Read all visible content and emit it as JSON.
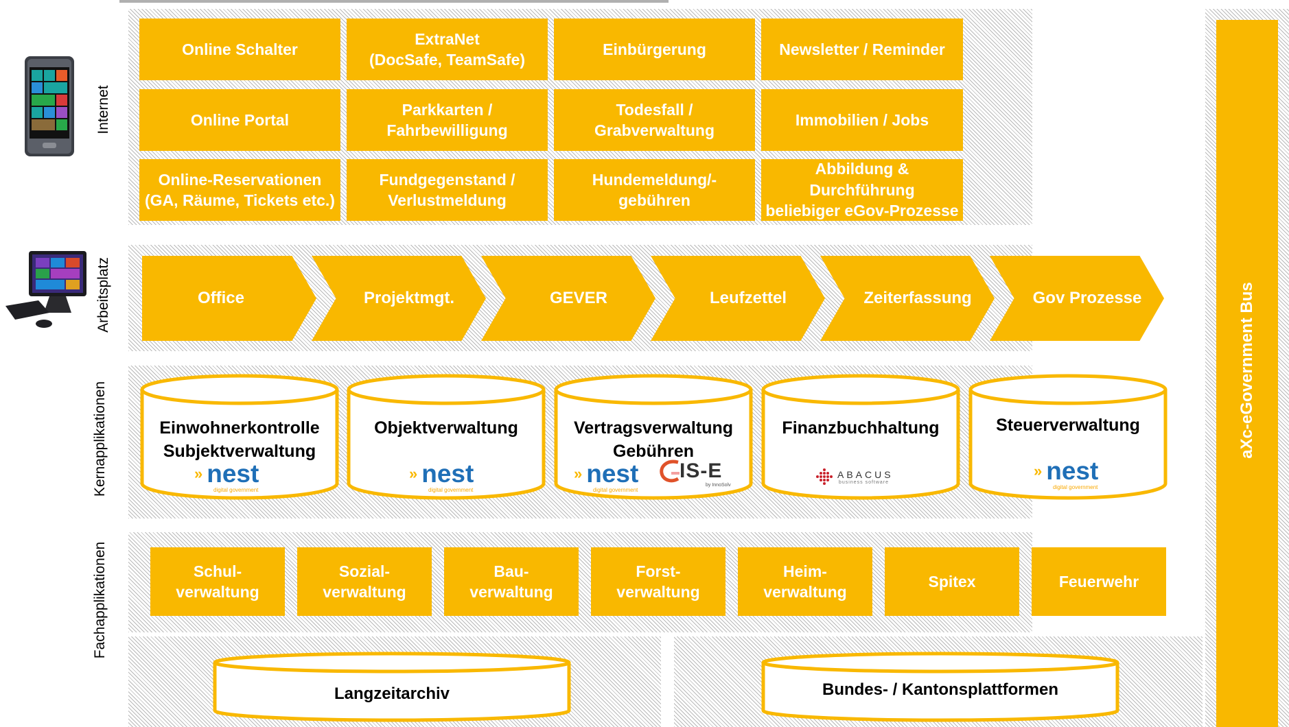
{
  "side_labels": {
    "internet": "Internet",
    "arbeitsplatz": "Arbeitsplatz",
    "kernapplikationen": "Kernapplikationen",
    "fachapplikationen": "Fachapplikationen"
  },
  "internet_services": [
    "Online Schalter",
    "ExtraNet\n(DocSafe, TeamSafe)",
    "Einbürgerung",
    "Newsletter / Reminder",
    "Online Portal",
    "Parkkarten /\nFahrbewilligung",
    "Todesfall /\nGrabverwaltung",
    "Immobilien / Jobs",
    "Online-Reservationen\n(GA, Räume, Tickets etc.)",
    "Fundgegenstand /\nVerlustmeldung",
    "Hundemeldung/-gebühren",
    "Abbildung & Durchführung\nbeliebiger eGov-Prozesse"
  ],
  "workplace_steps": [
    "Office",
    "Projektmgt.",
    "GEVER",
    "Leufzettel",
    "Zeiterfassung",
    "Gov Prozesse"
  ],
  "core_apps": [
    {
      "label": "Einwohnerkontrolle\nSubjektverwaltung",
      "logos": [
        "nest"
      ]
    },
    {
      "label": "Objektverwaltung",
      "logos": [
        "nest"
      ]
    },
    {
      "label": "Vertragsverwaltung\nGebühren",
      "logos": [
        "nest",
        "GIS-E"
      ]
    },
    {
      "label": "Finanzbuchhaltung",
      "logos": [
        "ABACUS"
      ]
    },
    {
      "label": "Steuerverwaltung",
      "logos": [
        "nest"
      ]
    }
  ],
  "logos": {
    "nest_word": "nest",
    "nest_sub": "digital government",
    "gis_text": "IS-E",
    "gis_sub": "by InnoSolv",
    "abacus_text": "ABACUS",
    "abacus_sub": "business software"
  },
  "specialist_apps": [
    "Schul-\nverwaltung",
    "Sozial-\nverwaltung",
    "Bau-\nverwaltung",
    "Forst-\nverwaltung",
    "Heim-\nverwaltung",
    "Spitex",
    "Feuerwehr"
  ],
  "archives": [
    "Langzeitarchiv",
    "Bundes- / Kantonsplattformen"
  ],
  "bus_label": "aXc-eGovernment Bus",
  "icons": [
    "smartphone-icon",
    "all-in-one-pc-icon"
  ],
  "colors": {
    "accent": "#f9b800",
    "nest_blue": "#1f6fb7",
    "hatch": "#b9b9b9"
  }
}
